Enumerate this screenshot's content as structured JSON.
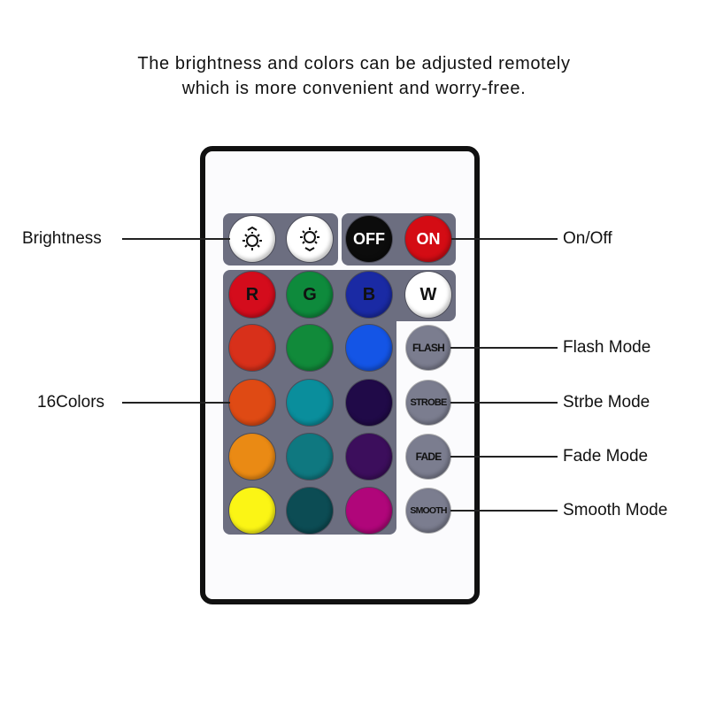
{
  "caption": {
    "line1": "The brightness and colors can be adjusted remotely",
    "line2": "which is more convenient and worry-free."
  },
  "labels": {
    "brightness": "Brightness",
    "colors": "16Colors",
    "onoff": "On/Off",
    "flash": "Flash Mode",
    "strobe": "Strbe Mode",
    "fade": "Fade Mode",
    "smooth": "Smooth Mode"
  },
  "buttons": {
    "off": "OFF",
    "on": "ON",
    "r": "R",
    "g": "G",
    "b": "B",
    "w": "W",
    "flash": "FLASH",
    "strobe": "STROBE",
    "fade": "FADE",
    "smooth": "SMOOTH"
  },
  "colors": [
    "#d8301a",
    "#118a3a",
    "#1455e6",
    "#df4a14",
    "#0a8e9c",
    "#200a48",
    "#ea8a14",
    "#0f7880",
    "#3c0e5c",
    "#fbf515",
    "#0c4c54",
    "#b0067a"
  ]
}
